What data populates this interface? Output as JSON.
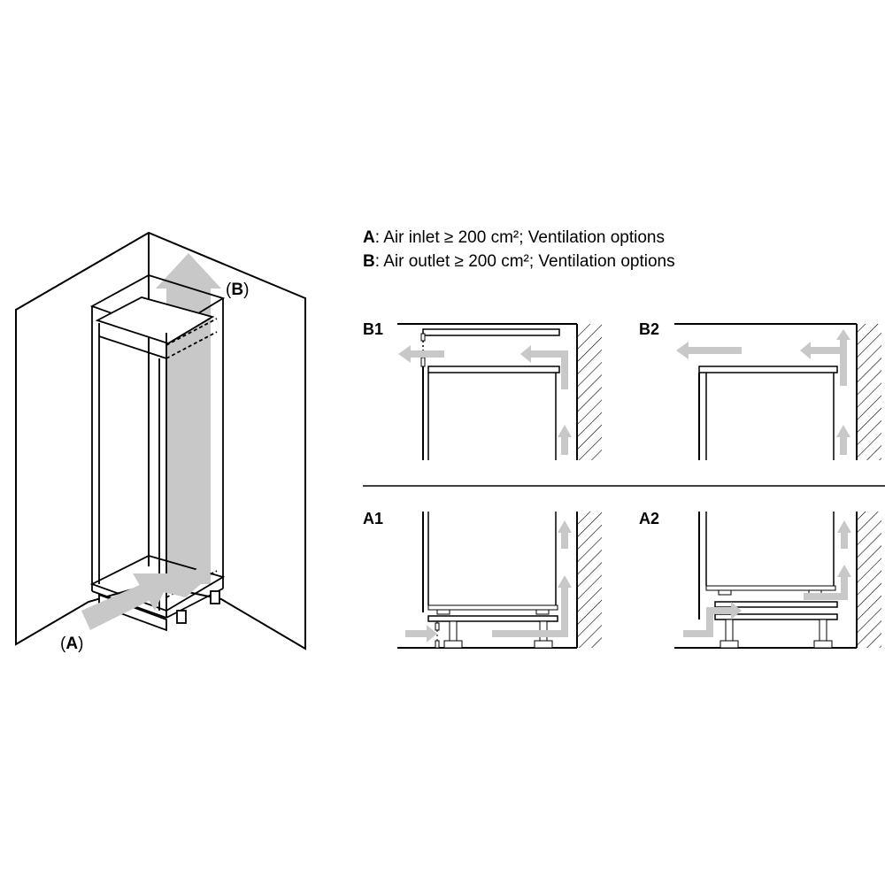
{
  "legend": {
    "a": {
      "key": "A",
      "text": ": Air inlet ≥ 200 cm²; Ventilation options"
    },
    "b": {
      "key": "B",
      "text": ": Air outlet ≥ 200 cm²; Ventilation options"
    }
  },
  "cabinet": {
    "outlet_label": {
      "open": "(",
      "key": "B",
      "close": ")"
    },
    "inlet_label": {
      "open": "(",
      "key": "A",
      "close": ")"
    }
  },
  "panels": {
    "b1": "B1",
    "b2": "B2",
    "a1": "A1",
    "a2": "A2"
  },
  "colors": {
    "arrow": "#c8c8c8",
    "line": "#000000"
  }
}
